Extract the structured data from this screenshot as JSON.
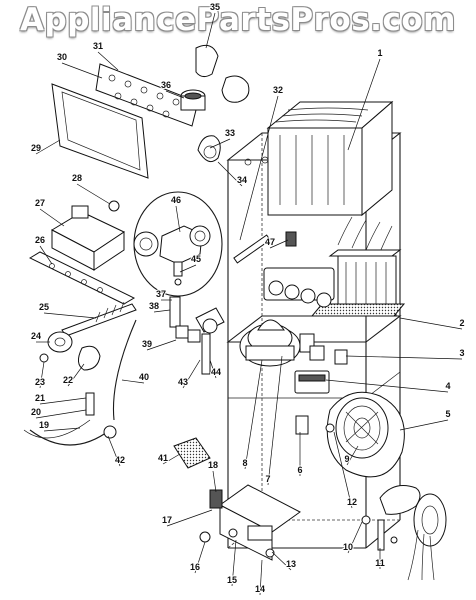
{
  "watermark": "AppliancePartsPros.com",
  "callouts": [
    {
      "id": "1",
      "label": "1"
    },
    {
      "id": "2",
      "label": "2"
    },
    {
      "id": "3",
      "label": "3"
    },
    {
      "id": "4",
      "label": "4"
    },
    {
      "id": "5",
      "label": "5"
    },
    {
      "id": "6",
      "label": "6"
    },
    {
      "id": "7",
      "label": "7"
    },
    {
      "id": "8",
      "label": "8"
    },
    {
      "id": "9",
      "label": "9"
    },
    {
      "id": "10",
      "label": "10"
    },
    {
      "id": "11",
      "label": "11"
    },
    {
      "id": "12",
      "label": "12"
    },
    {
      "id": "13",
      "label": "13"
    },
    {
      "id": "14",
      "label": "14"
    },
    {
      "id": "15",
      "label": "15"
    },
    {
      "id": "16",
      "label": "16"
    },
    {
      "id": "17",
      "label": "17"
    },
    {
      "id": "18",
      "label": "18"
    },
    {
      "id": "19",
      "label": "19"
    },
    {
      "id": "20",
      "label": "20"
    },
    {
      "id": "21",
      "label": "21"
    },
    {
      "id": "22",
      "label": "22"
    },
    {
      "id": "23",
      "label": "23"
    },
    {
      "id": "24",
      "label": "24"
    },
    {
      "id": "25",
      "label": "25"
    },
    {
      "id": "26",
      "label": "26"
    },
    {
      "id": "27",
      "label": "27"
    },
    {
      "id": "28",
      "label": "28"
    },
    {
      "id": "29",
      "label": "29"
    },
    {
      "id": "30",
      "label": "30"
    },
    {
      "id": "31",
      "label": "31"
    },
    {
      "id": "32",
      "label": "32"
    },
    {
      "id": "33",
      "label": "33"
    },
    {
      "id": "34",
      "label": "34"
    },
    {
      "id": "35",
      "label": "35"
    },
    {
      "id": "36",
      "label": "36"
    },
    {
      "id": "37",
      "label": "37"
    },
    {
      "id": "38",
      "label": "38"
    },
    {
      "id": "39",
      "label": "39"
    },
    {
      "id": "40",
      "label": "40"
    },
    {
      "id": "41",
      "label": "41"
    },
    {
      "id": "42",
      "label": "42"
    },
    {
      "id": "43",
      "label": "43"
    },
    {
      "id": "44",
      "label": "44"
    },
    {
      "id": "45",
      "label": "45"
    },
    {
      "id": "46",
      "label": "46"
    },
    {
      "id": "47",
      "label": "47"
    }
  ]
}
